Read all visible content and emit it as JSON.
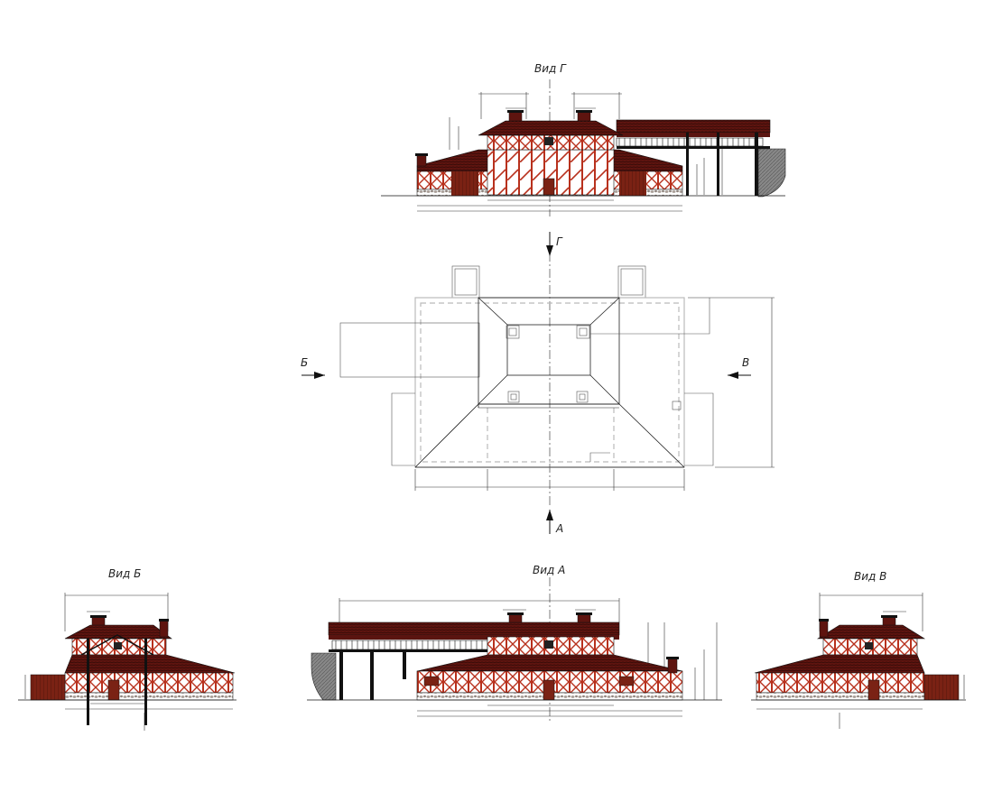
{
  "views": {
    "g": {
      "label": "Вид Г"
    },
    "a": {
      "label": "Вид А"
    },
    "b": {
      "label": "Вид Б"
    },
    "v": {
      "label": "Вид В"
    }
  },
  "plan": {
    "arrows": {
      "g": "Г",
      "a": "А",
      "b": "Б",
      "v": "В"
    }
  },
  "colors": {
    "roof": "#5e140f",
    "timber": "#b8311d",
    "wall": "#ffffff",
    "stone": "#9a8f88",
    "line": "#111111",
    "ground": "#777777"
  }
}
